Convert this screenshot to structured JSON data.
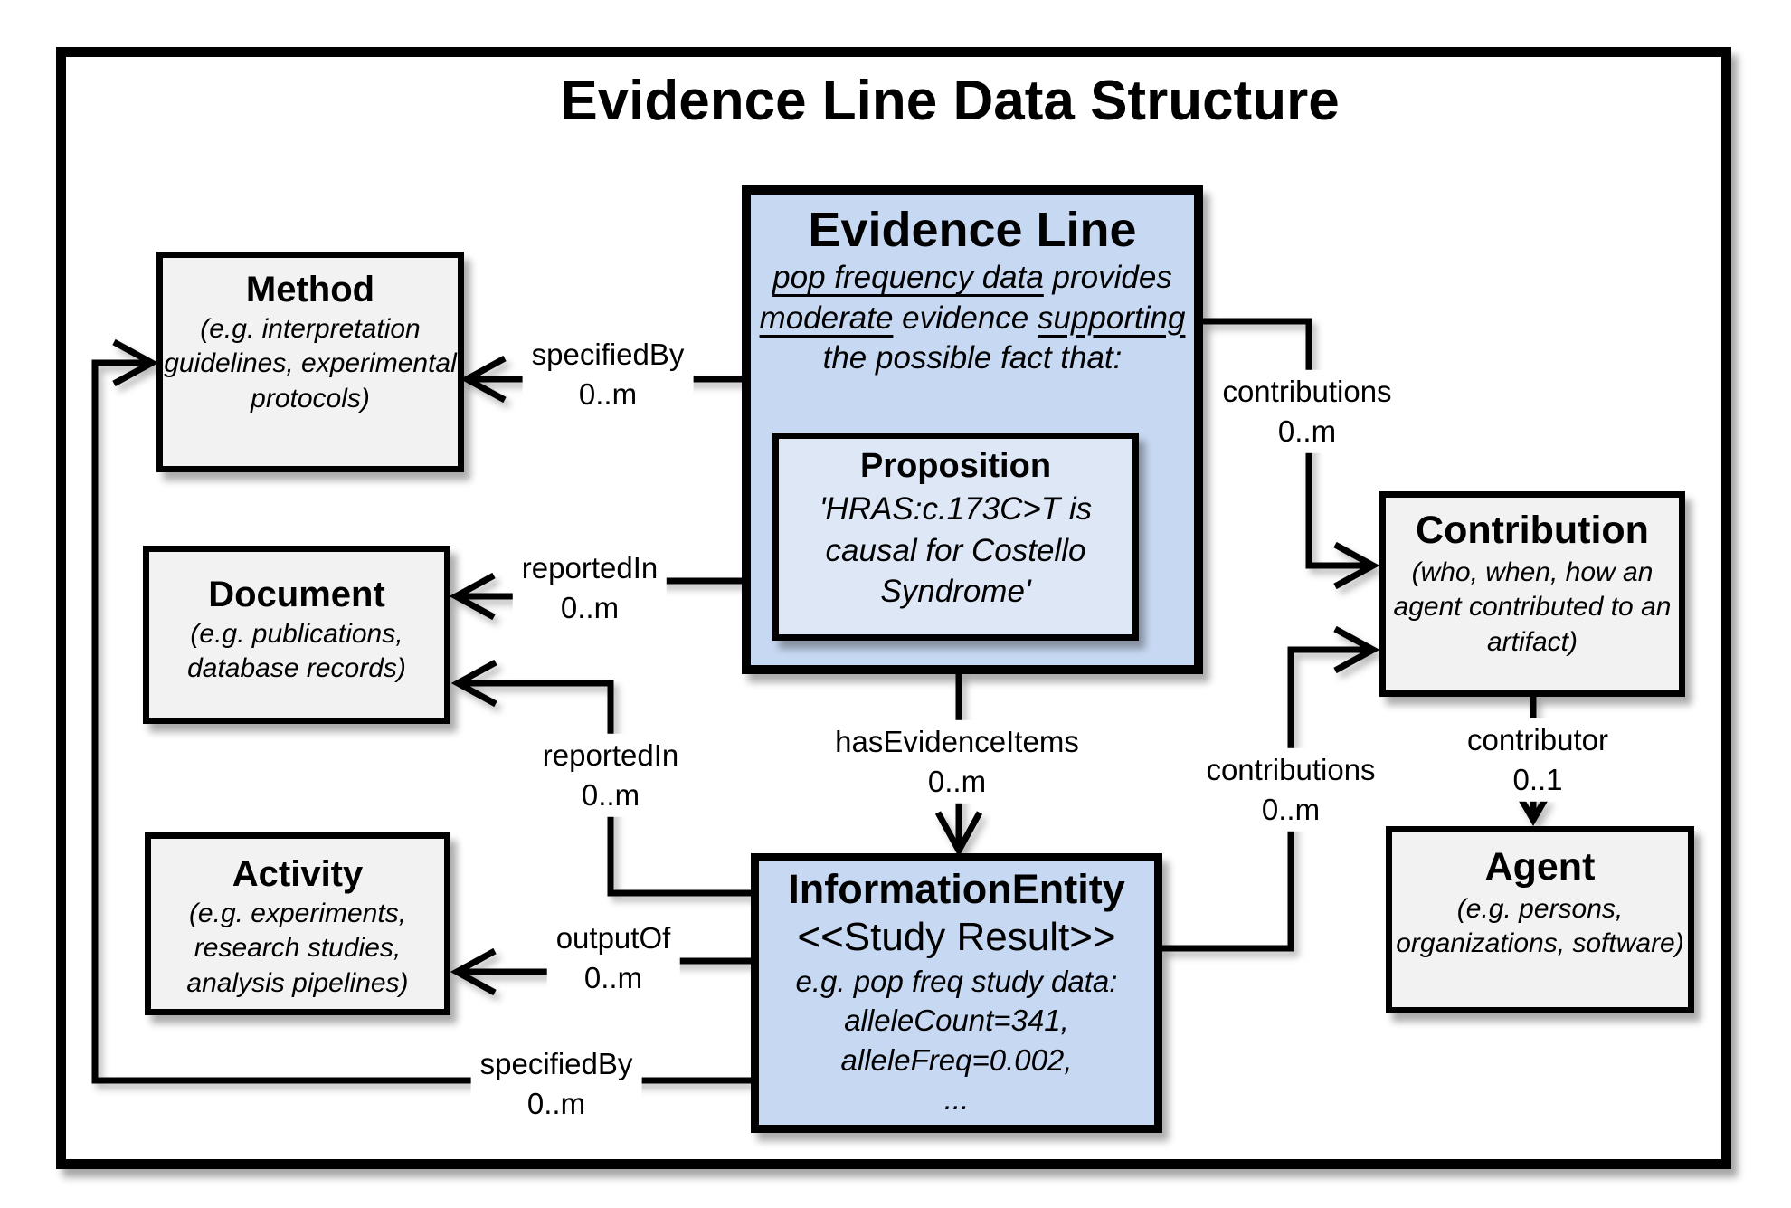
{
  "title": "Evidence Line Data Structure",
  "colors": {
    "box_gray": "#f2f2f2",
    "box_blue": "#c7d9f2",
    "box_blue_light": "#dde7f6",
    "line_and_border": "#000000",
    "background": "#ffffff"
  },
  "nodes": {
    "method": {
      "title": "Method",
      "desc": "(e.g. interpretation guidelines, experimental protocols)"
    },
    "document": {
      "title": "Document",
      "desc": "(e.g. publications, database records)"
    },
    "activity": {
      "title": "Activity",
      "desc": "(e.g. experiments, research studies, analysis pipelines)"
    },
    "evidence_line": {
      "title": "Evidence Line",
      "desc_seg1": "pop frequency data",
      "desc_seg2": " provides ",
      "desc_seg3": "moderate",
      "desc_seg4": " evidence ",
      "desc_seg5": "supporting",
      "desc_seg6": " the possible fact that:"
    },
    "proposition": {
      "title": "Proposition",
      "desc": "'HRAS:c.173C>T is causal for Costello Syndrome'"
    },
    "information_entity": {
      "title": "InformationEntity",
      "stereotype": "<<Study Result>>",
      "desc_line1": "e.g. pop freq study data:",
      "desc_line2": "alleleCount=341,",
      "desc_line3": "alleleFreq=0.002,",
      "desc_line4": "..."
    },
    "contribution": {
      "title": "Contribution",
      "desc": "(who, when, how an agent contributed to an artifact)"
    },
    "agent": {
      "title": "Agent",
      "desc": "(e.g. persons, organizations, software)"
    }
  },
  "edges": {
    "specifiedBy_el": {
      "label": "specifiedBy",
      "card": "0..m"
    },
    "reportedIn_el": {
      "label": "reportedIn",
      "card": "0..m"
    },
    "reportedIn_ie": {
      "label": "reportedIn",
      "card": "0..m"
    },
    "hasEvidenceItems": {
      "label": "hasEvidenceItems",
      "card": "0..m"
    },
    "contributions_el": {
      "label": "contributions",
      "card": "0..m"
    },
    "contributions_ie": {
      "label": "contributions",
      "card": "0..m"
    },
    "contributor": {
      "label": "contributor",
      "card": "0..1"
    },
    "outputOf": {
      "label": "outputOf",
      "card": "0..m"
    },
    "specifiedBy_ie": {
      "label": "specifiedBy",
      "card": "0..m"
    }
  }
}
